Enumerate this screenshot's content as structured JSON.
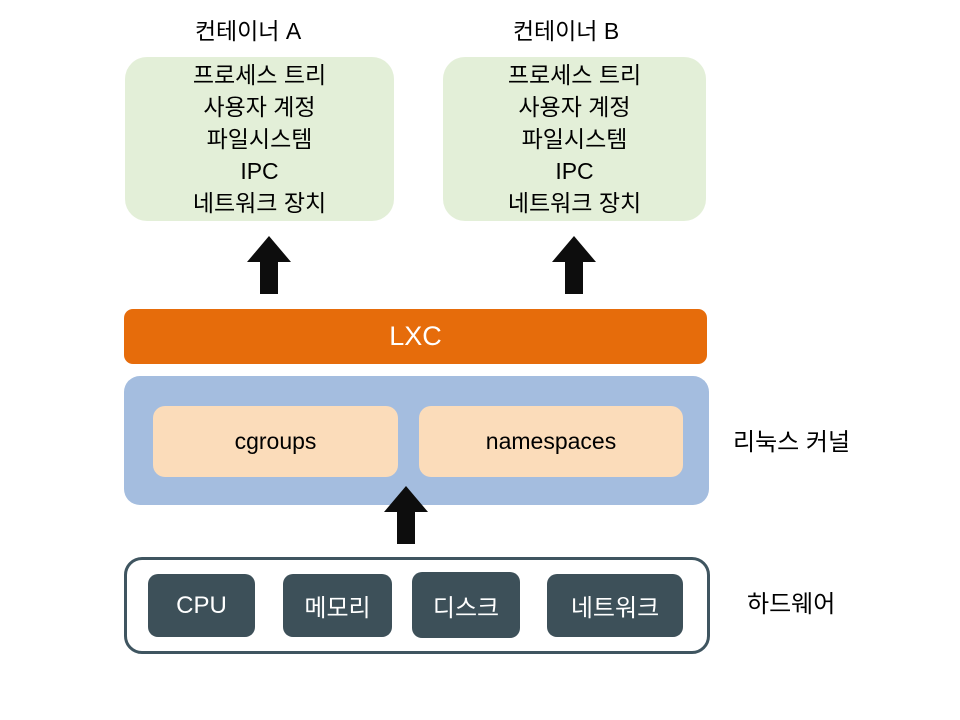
{
  "colors": {
    "green": "#e3efd8",
    "orange": "#e66c0b",
    "blue": "#a4bddf",
    "peach": "#fbdcba",
    "dark": "#3d5059",
    "border-dark": "#3f5560",
    "arrow": "#0d0d0d",
    "text": "#000000",
    "bg": "#ffffff"
  },
  "containers": [
    {
      "title": "컨테이너 A",
      "lines": [
        "프로세스 트리",
        "사용자 계정",
        "파일시스템",
        "IPC",
        "네트워크 장치"
      ]
    },
    {
      "title": "컨테이너 B",
      "lines": [
        "프로세스 트리",
        "사용자 계정",
        "파일시스템",
        "IPC",
        "네트워크 장치"
      ]
    }
  ],
  "lxc": {
    "label": "LXC"
  },
  "kernel": {
    "label": "리눅스 커널",
    "boxes": [
      "cgroups",
      "namespaces"
    ]
  },
  "hardware": {
    "label": "하드웨어",
    "components": [
      "CPU",
      "메모리",
      "디스크",
      "네트워크"
    ]
  }
}
